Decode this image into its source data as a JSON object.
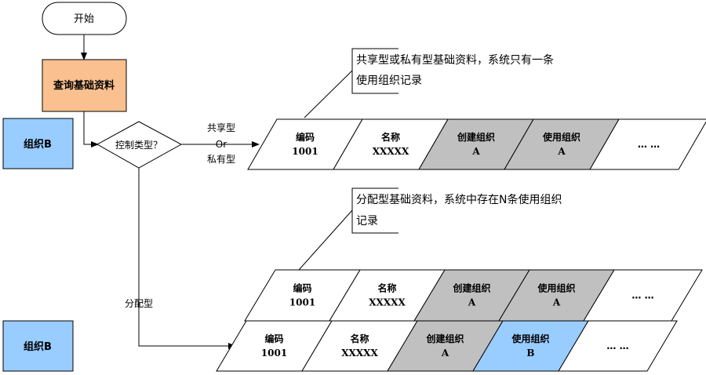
{
  "start": {
    "label": "开始"
  },
  "query": {
    "label": "查询基础资料"
  },
  "org_b_top": {
    "label": "组织B"
  },
  "org_b_bottom": {
    "label": "组织B"
  },
  "decision": {
    "label": "控制类型？"
  },
  "branch_shared": {
    "line1": "共享型",
    "line2": "Or",
    "line3": "私有型"
  },
  "branch_dist": {
    "label": "分配型"
  },
  "note_top": {
    "line1": "共享型或私有型基础资料，系统只有一条",
    "line2": "使用组织记录"
  },
  "note_bottom": {
    "line1": "分配型基础资料，系统中存在N条使用组织",
    "line2": "记录"
  },
  "row1": [
    {
      "l1": "编码",
      "l2": "1001"
    },
    {
      "l1": "名称",
      "l2": "XXXXX"
    },
    {
      "l1": "创建组织",
      "l2": "A"
    },
    {
      "l1": "使用组织",
      "l2": "A"
    },
    {
      "l1": "…  …",
      "l2": ""
    }
  ],
  "row2": [
    {
      "l1": "编码",
      "l2": "1001"
    },
    {
      "l1": "名称",
      "l2": "XXXXX"
    },
    {
      "l1": "创建组织",
      "l2": "A"
    },
    {
      "l1": "使用组织",
      "l2": "A"
    },
    {
      "l1": "…  …",
      "l2": ""
    }
  ],
  "row3": [
    {
      "l1": "编码",
      "l2": "1001"
    },
    {
      "l1": "名称",
      "l2": "XXXXX"
    },
    {
      "l1": "创建组织",
      "l2": "A"
    },
    {
      "l1": "使用组织",
      "l2": "B"
    },
    {
      "l1": "…  …",
      "l2": ""
    }
  ],
  "colors": {
    "query_fill": "#FAC08F",
    "org_fill": "#99CCFF",
    "gray_fill": "#C0C0C0",
    "blue_fill": "#99CCFF",
    "line": "#000000"
  }
}
